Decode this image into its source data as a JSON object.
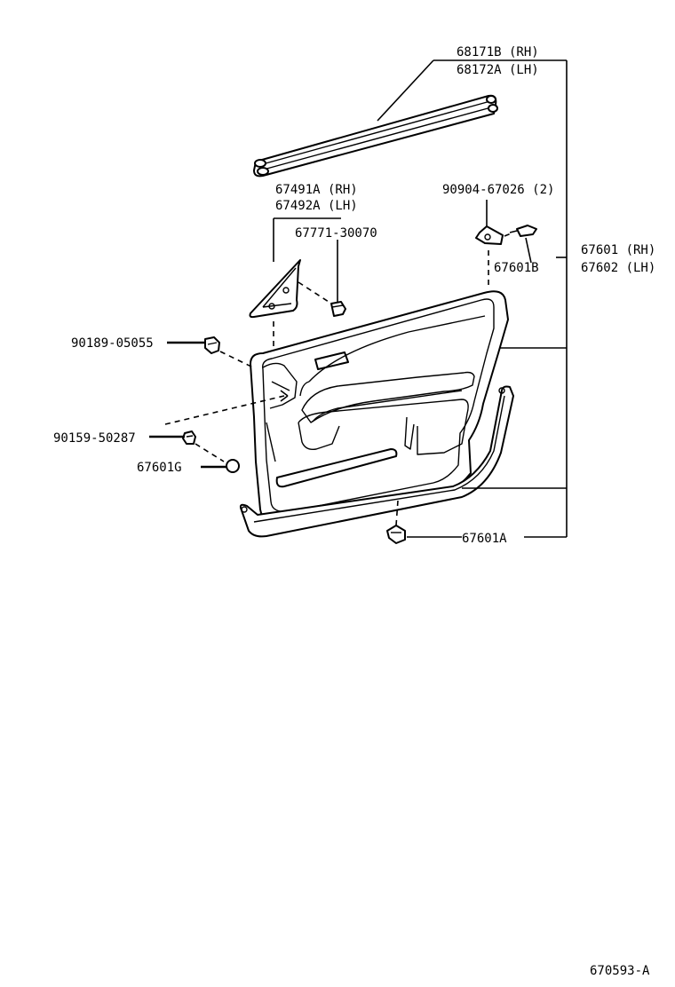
{
  "labels": {
    "glass_run_rh": "68171B (RH)",
    "glass_run_lh": "68172A (LH)",
    "cover_rh": "67491A (RH)",
    "cover_lh": "67492A (LH)",
    "clip_cover": "67771-30070",
    "bracket": "90904-67026 (2)",
    "clip_b": "67601B",
    "trim_rh": "67601 (RH)",
    "trim_lh": "67602 (LH)",
    "screw_upper": "90189-05055",
    "screw_lower": "90159-50287",
    "cap_g": "67601G",
    "clip_a": "67601A"
  },
  "figure_code": "670593-A"
}
